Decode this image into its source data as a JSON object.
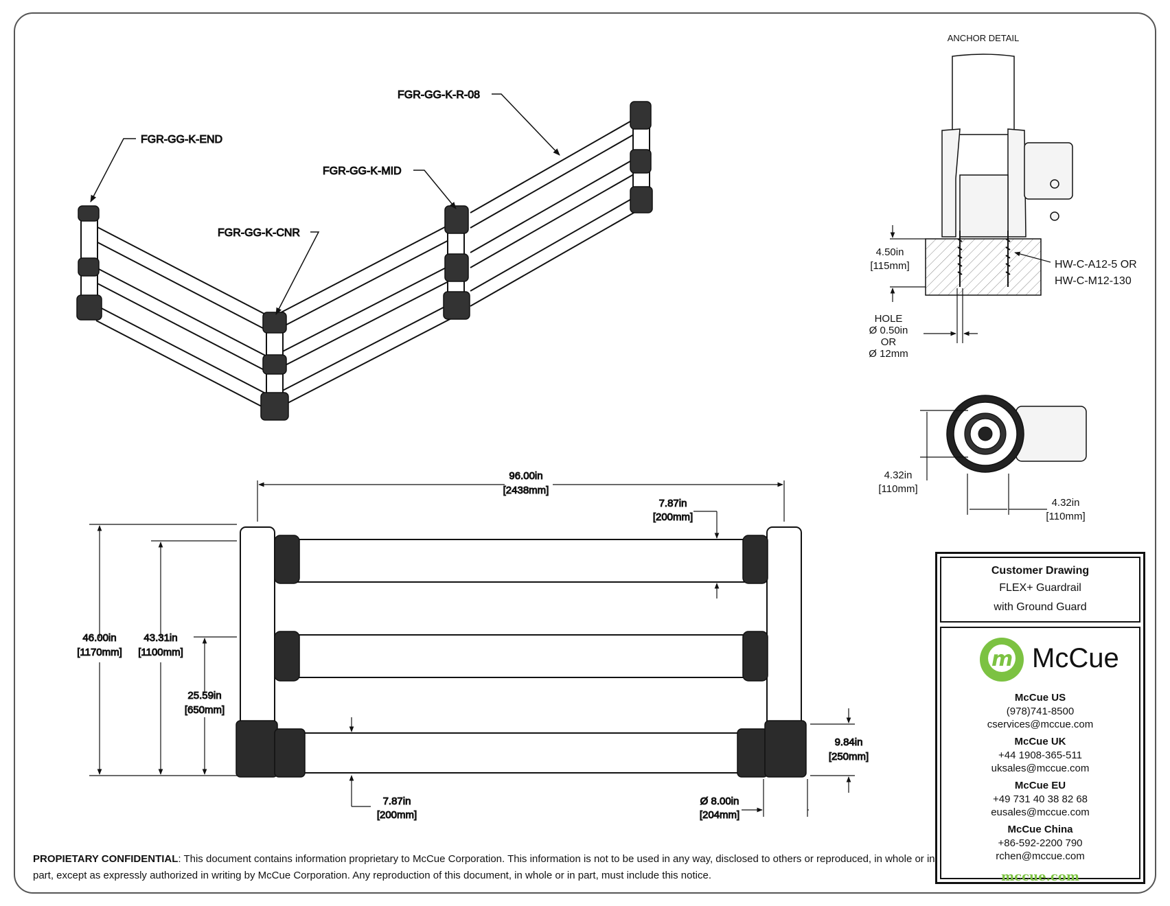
{
  "isometric": {
    "labels": {
      "end": "FGR-GG-K-END",
      "mid": "FGR-GG-K-MID",
      "cnr": "FGR-GG-K-CNR",
      "rail": "FGR-GG-K-R-08"
    }
  },
  "front_view": {
    "width_in": "96.00in",
    "width_mm": "[2438mm]",
    "rail_top_in": "7.87in",
    "rail_top_mm": "[200mm]",
    "height_total_in": "46.00in",
    "height_total_mm": "[1170mm]",
    "height_rail_in": "43.31in",
    "height_rail_mm": "[1100mm]",
    "height_mid_in": "25.59in",
    "height_mid_mm": "[650mm]",
    "ground_in": "9.84in",
    "ground_mm": "[250mm]",
    "rail_bottom_in": "7.87in",
    "rail_bottom_mm": "[200mm]",
    "dia_in": "Ø  8.00in",
    "dia_mm": "[204mm]"
  },
  "anchor_detail": {
    "title": "ANCHOR DETAIL",
    "depth_in": "4.50in",
    "depth_mm": "[115mm]",
    "hw_line1": "HW-C-A12-5 OR",
    "hw_line2": "HW-C-M12-130",
    "hole": "HOLE",
    "hole_in": "Ø 0.50in",
    "or": "OR",
    "hole_mm": "Ø 12mm"
  },
  "base_plan": {
    "side_in": "4.32in",
    "side_mm": "[110mm]",
    "bottom_in": "4.32in",
    "bottom_mm": "[110mm]"
  },
  "title_block": {
    "heading": "Customer Drawing",
    "line1": "FLEX+ Guardrail",
    "line2": "with Ground Guard",
    "company": "McCue",
    "offices": [
      {
        "name": "McCue US",
        "phone": "(978)741-8500",
        "email": "cservices@mccue.com"
      },
      {
        "name": "McCue UK",
        "phone": "+44 1908-365-511",
        "email": "uksales@mccue.com"
      },
      {
        "name": "McCue EU",
        "phone": "+49 731 40 38 82 68",
        "email": "eusales@mccue.com"
      },
      {
        "name": "McCue China",
        "phone": "+86-592-2200 790",
        "email": "rchen@mccue.com"
      }
    ],
    "website": "mccue.com",
    "brand_color": "#7cc242"
  },
  "notice": {
    "lead": "PROPIETARY CONFIDENTIAL",
    "body": ": This document contains information proprietary to McCue Corporation. This information is not to be used in any way, disclosed to others or reproduced, in whole or in part, except as expressly authorized in writing by McCue Corporation. Any reproduction of this document, in whole or in part, must include this notice."
  }
}
